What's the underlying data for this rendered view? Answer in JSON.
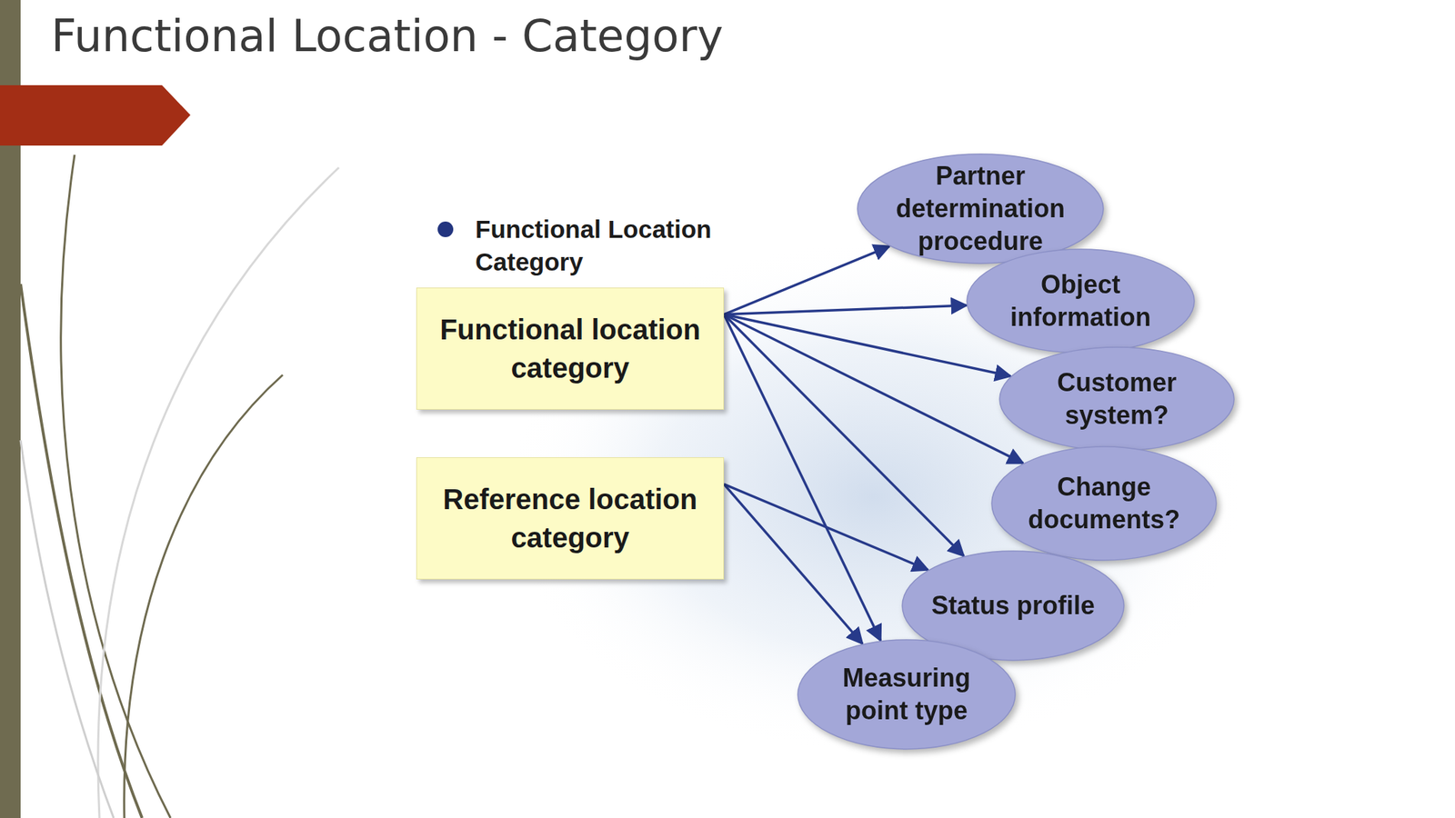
{
  "diagram": {
    "title": "Functional Location - Category",
    "nodes": [
      {
        "text": [
          "Functional location category"
        ]
      },
      {
        "text": [
          "Reference location category"
        ]
      },
      {
        "text": [
          "Partner determination procedure"
        ]
      },
      {
        "text": [
          "Object information"
        ]
      },
      {
        "text": [
          "Customer system?"
        ]
      },
      {
        "text": [
          "Change documents?"
        ]
      },
      {
        "text": [
          "Status profile"
        ]
      },
      {
        "text": [
          "Measuring point type"
        ]
      }
    ],
    "edges": [
      {
        "from": 0,
        "to": 2,
        "arrow": "to"
      },
      {
        "from": 0,
        "to": 3,
        "arrow": "to"
      },
      {
        "from": 0,
        "to": 4,
        "arrow": "to"
      },
      {
        "from": 0,
        "to": 5,
        "arrow": "to"
      },
      {
        "from": 0,
        "to": 6,
        "arrow": "to"
      },
      {
        "from": 0,
        "to": 7,
        "arrow": "to"
      },
      {
        "from": 1,
        "to": 6,
        "arrow": "to"
      },
      {
        "from": 1,
        "to": 7,
        "arrow": "to"
      }
    ],
    "labels": [
      "Functional Location Category"
    ]
  }
}
